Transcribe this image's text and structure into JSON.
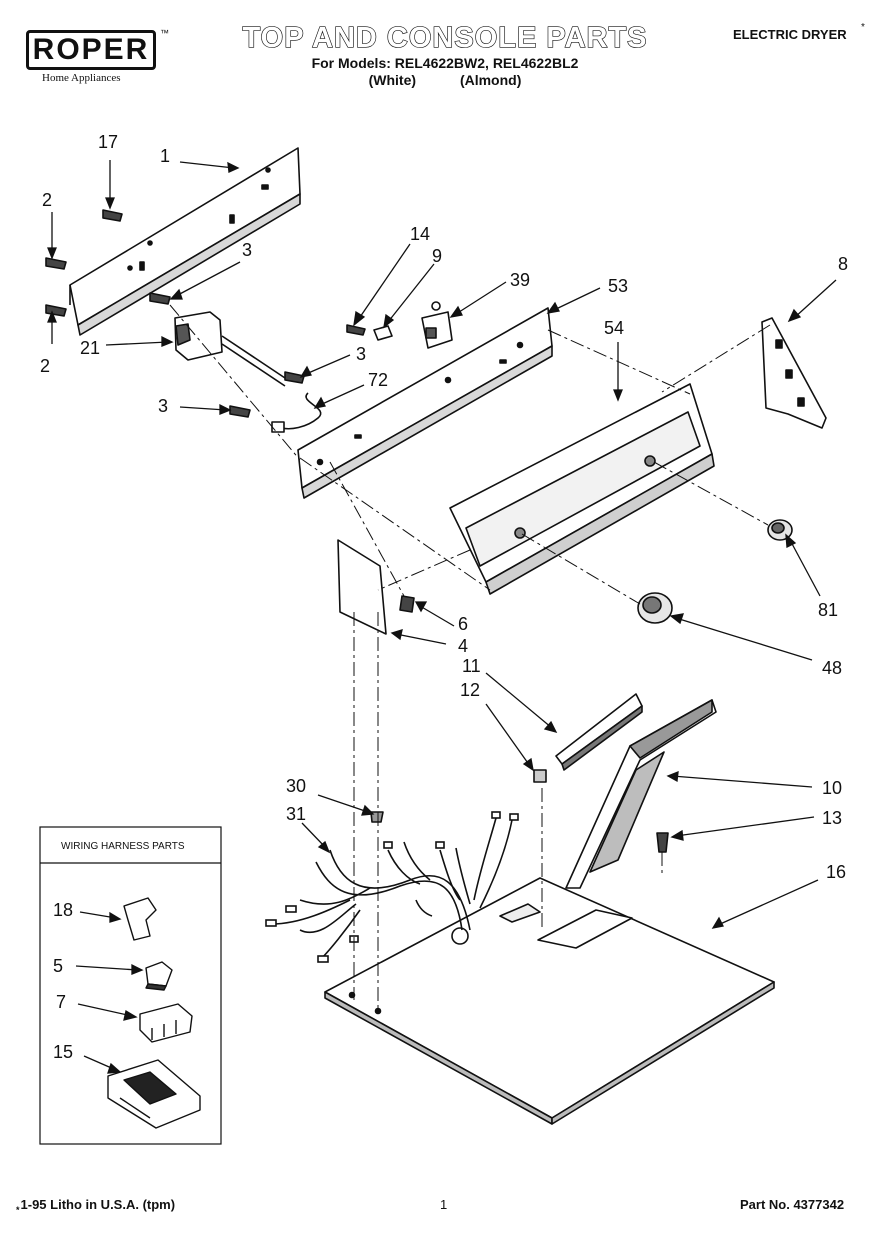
{
  "header": {
    "brand": "ROPER",
    "brand_tagline": "Home Appliances",
    "title": "TOP AND CONSOLE PARTS",
    "models_line": "For Models: REL4622BW2, REL4622BL2",
    "variants": [
      "(White)",
      "(Almond)"
    ],
    "doc_type": "ELECTRIC DRYER",
    "doc_type_mark": "*"
  },
  "callouts": [
    "17",
    "1",
    "2",
    "3",
    "2",
    "21",
    "14",
    "9",
    "39",
    "53",
    "3",
    "72",
    "3",
    "54",
    "8",
    "81",
    "48",
    "6",
    "4",
    "11",
    "12",
    "10",
    "30",
    "31",
    "13",
    "16"
  ],
  "harness_panel": {
    "title": "WIRING HARNESS PARTS",
    "items": [
      "18",
      "5",
      "7",
      "15"
    ]
  },
  "footer": {
    "mark": "*",
    "litho": "1-95 Litho in U.S.A. (tpm)",
    "page": "1",
    "part_number": "Part No. 4377342"
  }
}
